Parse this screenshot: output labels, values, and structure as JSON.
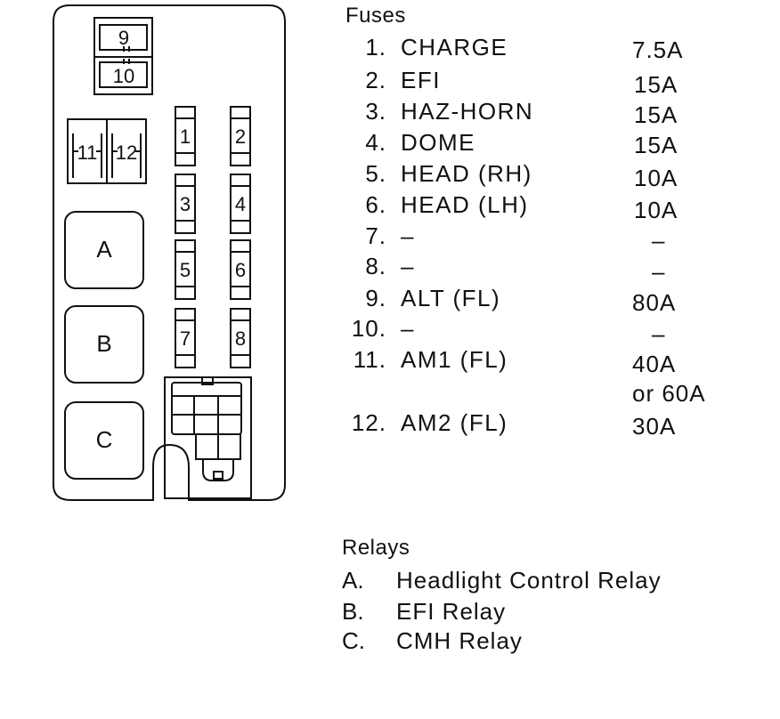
{
  "fuses": {
    "heading": "Fuses",
    "items": [
      {
        "num": "1.",
        "name": "CHARGE",
        "amp": "7.5A"
      },
      {
        "num": "2.",
        "name": "EFI",
        "amp": "15A"
      },
      {
        "num": "3.",
        "name": "HAZ-HORN",
        "amp": "15A"
      },
      {
        "num": "4.",
        "name": "DOME",
        "amp": "15A"
      },
      {
        "num": "5.",
        "name": "HEAD (RH)",
        "amp": "10A"
      },
      {
        "num": "6.",
        "name": "HEAD (LH)",
        "amp": "10A"
      },
      {
        "num": "7.",
        "name": "–",
        "amp": "–"
      },
      {
        "num": "8.",
        "name": "–",
        "amp": "–"
      },
      {
        "num": "9.",
        "name": "ALT (FL)",
        "amp": "80A"
      },
      {
        "num": "10.",
        "name": "–",
        "amp": "–"
      },
      {
        "num": "11.",
        "name": "AM1 (FL)",
        "amp": "40A",
        "amp2": "or 60A"
      },
      {
        "num": "12.",
        "name": "AM2 (FL)",
        "amp": "30A"
      }
    ]
  },
  "relays": {
    "heading": "Relays",
    "items": [
      {
        "letter": "A.",
        "name": "Headlight Control Relay"
      },
      {
        "letter": "B.",
        "name": "EFI Relay"
      },
      {
        "letter": "C.",
        "name": "CMH Relay"
      }
    ]
  },
  "diagram": {
    "fuse_labels": [
      "1",
      "2",
      "3",
      "4",
      "5",
      "6",
      "7",
      "8",
      "9",
      "10",
      "11",
      "12"
    ],
    "relay_labels": [
      "A",
      "B",
      "C"
    ]
  }
}
